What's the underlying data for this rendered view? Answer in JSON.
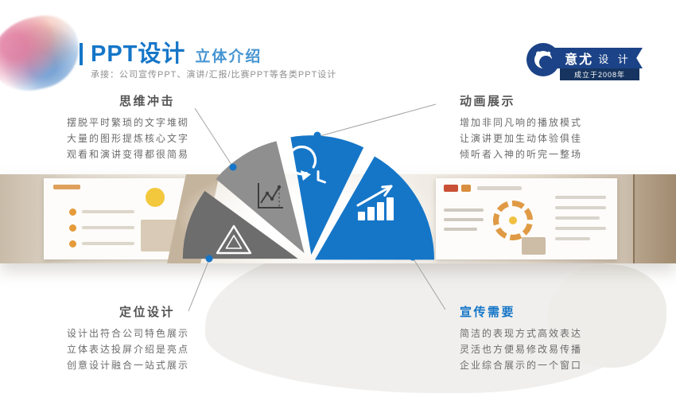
{
  "header": {
    "title": "PPT设计",
    "subtitle": "立体介绍",
    "tagline": "承接：公司宣传PPT、演讲/汇报/比赛PPT等各类PPT设计"
  },
  "logo": {
    "name_bold": "意尤",
    "name_light": "设 计",
    "since": "成立于2008年"
  },
  "colors": {
    "accent_blue": "#1576c8",
    "subtitle_blue": "#4795d2",
    "wedge_blue": "#1576c8",
    "wedge_gray": "#8f8f8f",
    "wedge_dark_gray": "#6d6d6d",
    "logo_navy": "#1c4387",
    "logo_navy_dark": "#16345f",
    "heading_gray": "#545454",
    "body_gray": "#6b6b6b",
    "connector_gray": "#a3a3a3"
  },
  "sections": [
    {
      "title": "思维冲击",
      "icon": "line-chart",
      "lines": [
        "摆脱平时繁琐的文字堆砌",
        "大量的图形提炼核心文字",
        "观看和演讲变得都很简易"
      ]
    },
    {
      "title": "动画展示",
      "icon": "history-clock",
      "lines": [
        "增加非同凡响的播放模式",
        "让演讲更加生动体验俱佳",
        "倾听者入神的听完一整场"
      ]
    },
    {
      "title": "定位设计",
      "icon": "triangle",
      "lines": [
        "设计出符合公司特色展示",
        "立体表达投屏介绍是亮点",
        "创意设计融合一站式展示"
      ]
    },
    {
      "title": "宣传需要",
      "icon": "bar-chart",
      "lines": [
        "简洁的表现方式高效表达",
        "灵活也方便易修改易传播",
        "企业综合展示的一个窗口"
      ]
    }
  ]
}
